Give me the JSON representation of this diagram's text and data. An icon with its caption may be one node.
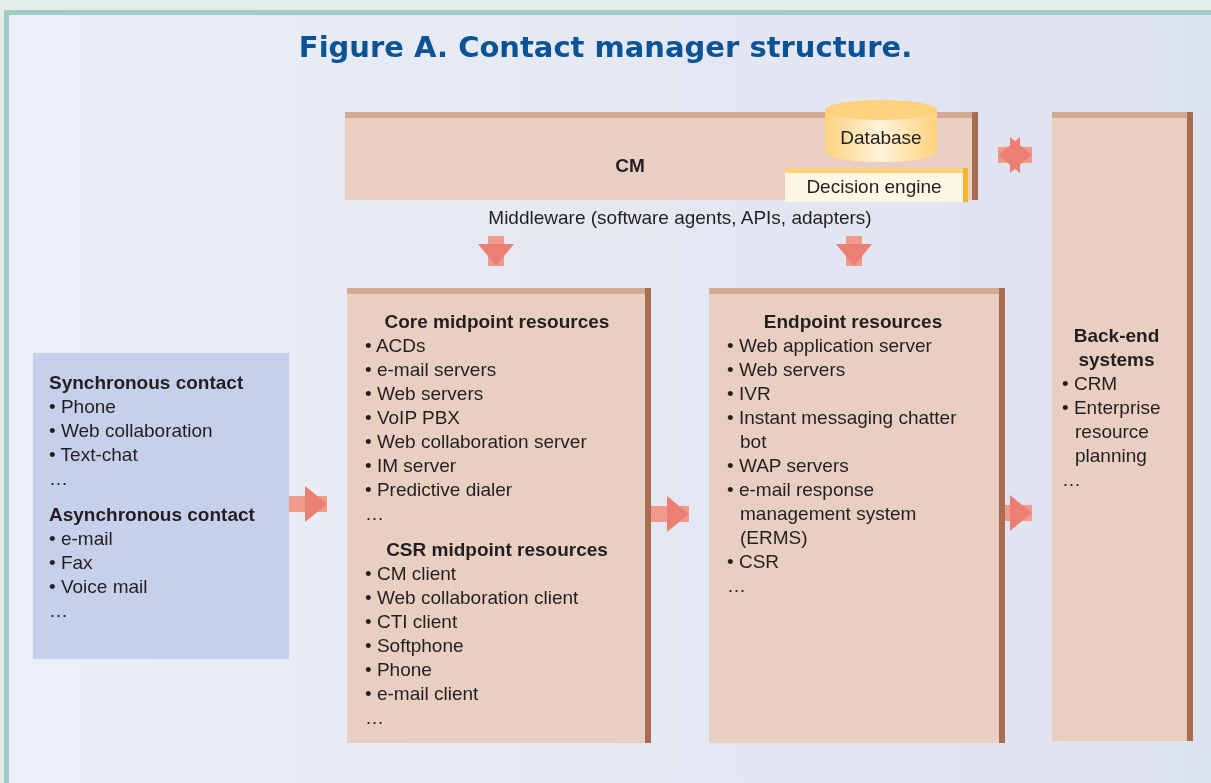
{
  "diagram": {
    "title": "Figure A. Contact manager structure.",
    "nodes": [
      {
        "text": [
          "CM"
        ]
      },
      {
        "text": [
          "Database"
        ],
        "in": 0
      },
      {
        "text": [
          "Decision engine"
        ],
        "in": 0
      },
      {
        "text": [
          "Middleware (software agents, APIs, adapters)"
        ]
      },
      {
        "text": [
          "Synchronous contact",
          "• Phone",
          "• Web collaboration",
          "• Text-chat",
          "…",
          "Asynchronous contact",
          "• e-mail",
          "• Fax",
          "• Voice mail",
          "…"
        ]
      },
      {
        "text": [
          "Core midpoint resources",
          "• ACDs",
          "• e-mail servers",
          "• Web servers",
          "• VoIP PBX",
          "• Web collaboration server",
          "• IM server",
          "• Predictive dialer",
          "…",
          "CSR midpoint resources",
          "• CM client",
          "• Web collaboration client",
          "• CTI client",
          "• Softphone",
          "• Phone",
          "• e-mail client",
          "…"
        ]
      },
      {
        "text": [
          "Endpoint resources",
          "• Web application server",
          "• Web servers",
          "• IVR",
          "• Instant messaging chatter bot",
          "• WAP servers",
          "• e-mail response management system (ERMS)",
          "• CSR",
          "…"
        ]
      },
      {
        "text": [
          "Back-end systems",
          "• CRM",
          "• Enterprise resource planning",
          "…"
        ]
      }
    ],
    "edges": [
      {
        "from": 3,
        "to": 5,
        "arrow": "to"
      },
      {
        "from": 3,
        "to": 6,
        "arrow": "to"
      },
      {
        "from": 0,
        "to": 7,
        "arrow": "both"
      },
      {
        "from": 4,
        "to": 5,
        "arrow": "to"
      },
      {
        "from": 5,
        "to": 6,
        "arrow": "to"
      },
      {
        "from": 6,
        "to": 7,
        "arrow": "to"
      }
    ]
  }
}
